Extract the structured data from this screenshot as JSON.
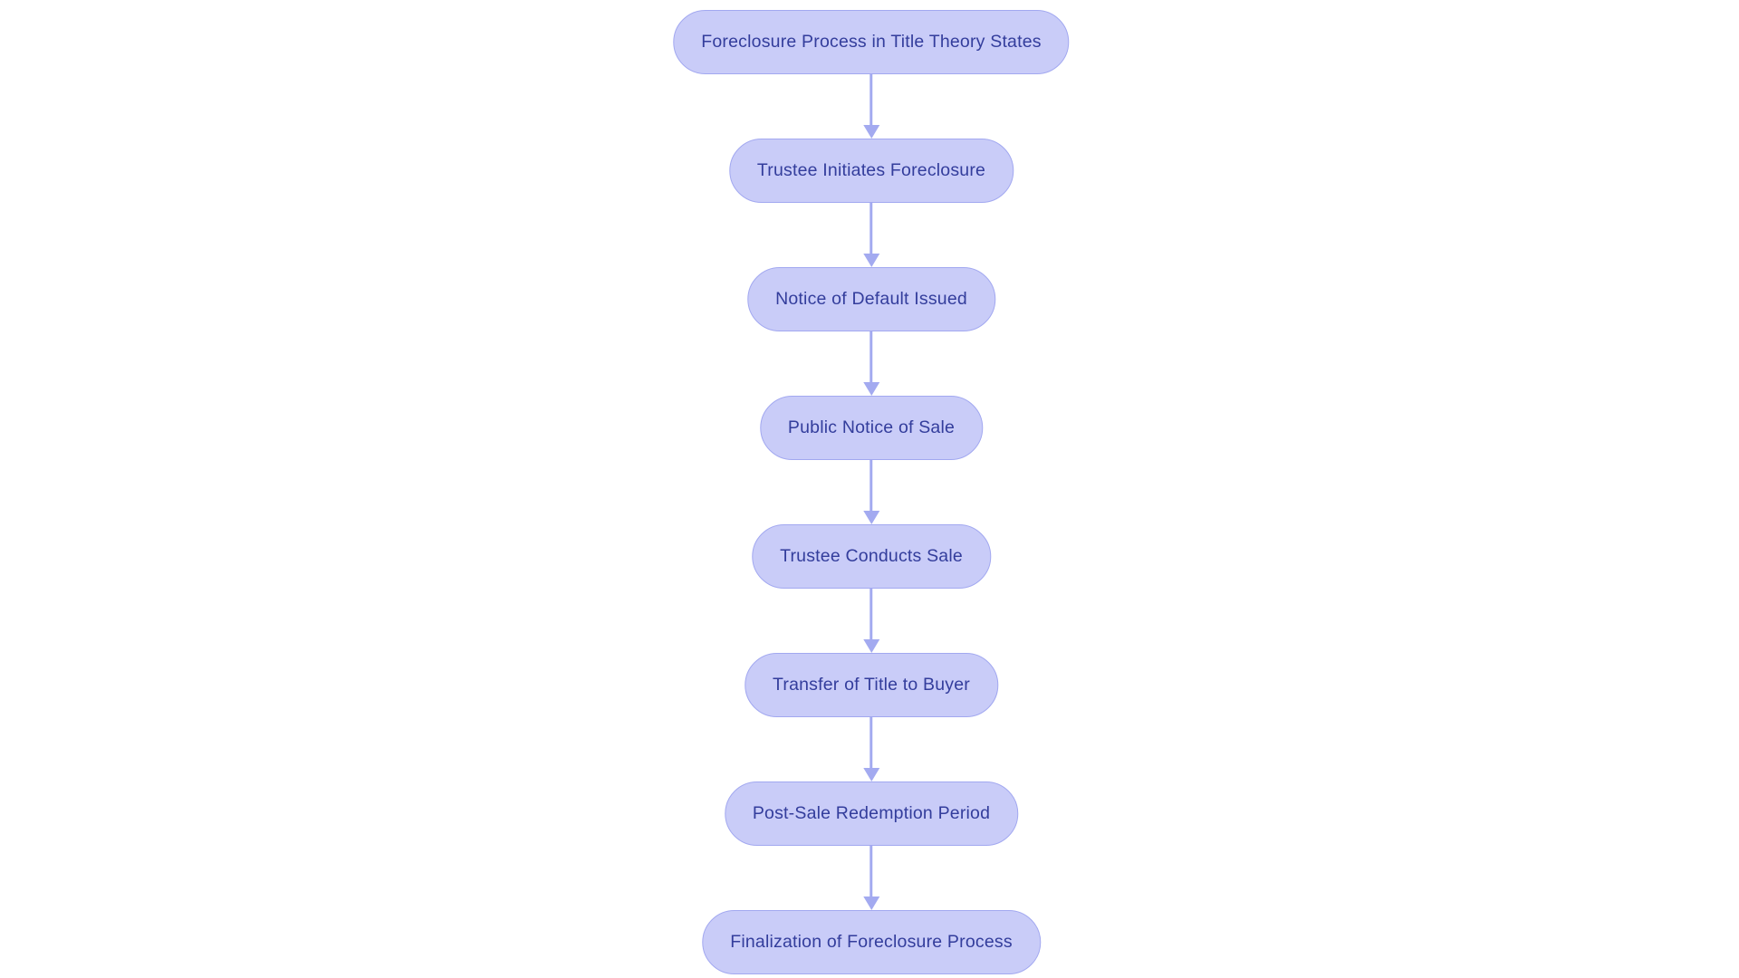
{
  "page": {
    "background": "#ffffff"
  },
  "flowchart": {
    "type": "flowchart",
    "direction": "top-to-bottom",
    "colors": {
      "node_fill": "#c9ccf8",
      "node_border": "#a2a8f0",
      "node_text": "#333d9c",
      "arrow": "#a3aaf0"
    },
    "nodes": [
      {
        "id": 0,
        "label": "Foreclosure Process in Title Theory States"
      },
      {
        "id": 1,
        "label": "Trustee Initiates Foreclosure"
      },
      {
        "id": 2,
        "label": "Notice of Default Issued"
      },
      {
        "id": 3,
        "label": "Public Notice of Sale"
      },
      {
        "id": 4,
        "label": "Trustee Conducts Sale"
      },
      {
        "id": 5,
        "label": "Transfer of Title to Buyer"
      },
      {
        "id": 6,
        "label": "Post-Sale Redemption Period"
      },
      {
        "id": 7,
        "label": "Finalization of Foreclosure Process"
      }
    ],
    "connections": [
      {
        "from": 0,
        "to": 1
      },
      {
        "from": 1,
        "to": 2
      },
      {
        "from": 2,
        "to": 3
      },
      {
        "from": 3,
        "to": 4
      },
      {
        "from": 4,
        "to": 5
      },
      {
        "from": 5,
        "to": 6
      },
      {
        "from": 6,
        "to": 7
      }
    ]
  }
}
